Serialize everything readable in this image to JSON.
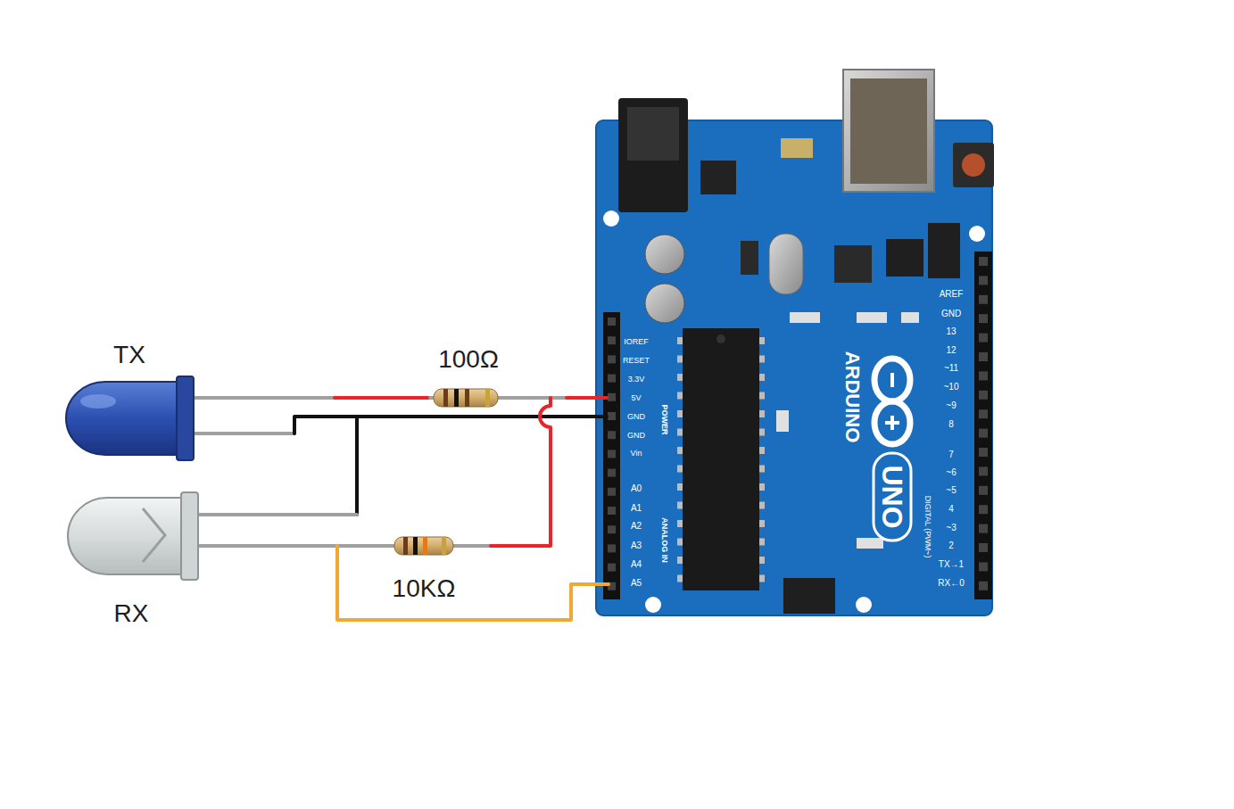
{
  "diagram": {
    "labels": [
      "TX",
      "100Ω",
      "RX",
      "10KΩ",
      "ARDUINO",
      "UNO",
      "AREF",
      "GND",
      "13",
      "12",
      "~11",
      "~10",
      "~9",
      "8",
      "7",
      "~6",
      "~5",
      "4",
      "~3",
      "2",
      "TX→1",
      "RX←0",
      "DIGITAL (PWM~)",
      "IOREF",
      "RESET",
      "3.3V",
      "5V",
      "GND",
      "GND",
      "Vin",
      "POWER",
      "A0",
      "A1",
      "A2",
      "A3",
      "A4",
      "A5",
      "ANALOG IN"
    ]
  }
}
